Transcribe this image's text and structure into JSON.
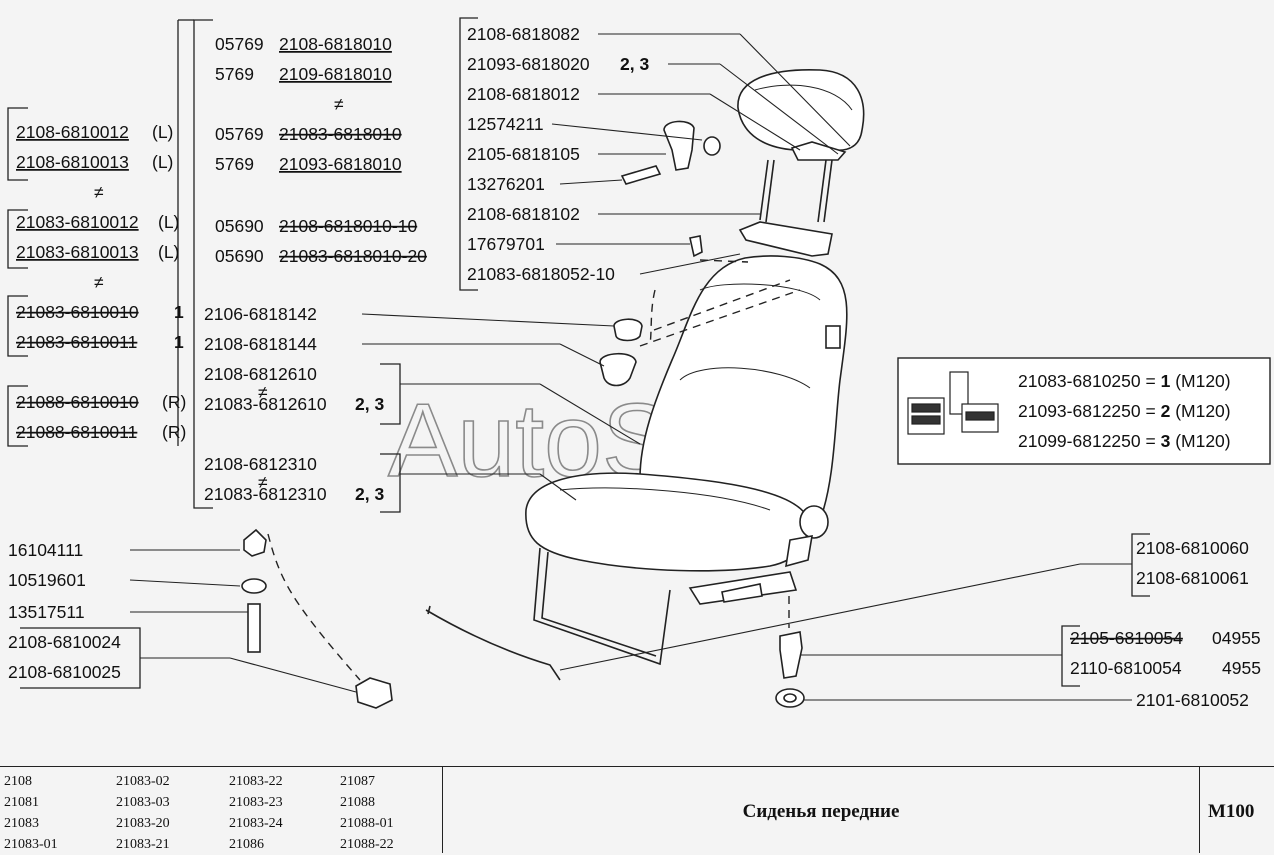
{
  "watermark": "AutoSoft",
  "headrest_callouts": [
    {
      "text": "2108-6818082"
    },
    {
      "text": "21093-6818020",
      "suffix": "2, 3"
    },
    {
      "text": "2108-6818012"
    },
    {
      "text": "12574211"
    },
    {
      "text": "2105-6818105"
    },
    {
      "text": "13276201"
    },
    {
      "text": "2108-6818102"
    },
    {
      "text": "17679701"
    },
    {
      "text": "21083-6818052-10"
    }
  ],
  "headrest_variants": [
    {
      "prefix": "05769",
      "code": "2108-6818010",
      "style": "underline"
    },
    {
      "prefix": "5769",
      "code": "2109-6818010",
      "style": "underline"
    },
    {
      "prefix": "05769",
      "code": "21083-6818010",
      "style": "strike"
    },
    {
      "prefix": "5769",
      "code": "21093-6818010",
      "style": "underline"
    },
    {
      "prefix": "05690",
      "code": "2108-6818010-10",
      "style": "strike"
    },
    {
      "prefix": "05690",
      "code": "21083-6818010-20",
      "style": "strike"
    }
  ],
  "neq_symbol": "≠",
  "seat_assemblies": [
    {
      "code": "2108-6810012",
      "suffix": "(L)",
      "style": "underline"
    },
    {
      "code": "2108-6810013",
      "suffix": "(L)",
      "style": "underline"
    },
    {
      "code": "21083-6810012",
      "suffix": "(L)",
      "style": "underline"
    },
    {
      "code": "21083-6810013",
      "suffix": "(L)",
      "style": "underline"
    },
    {
      "code": "21083-6810010",
      "suffix": "1",
      "style": "strike"
    },
    {
      "code": "21083-6810011",
      "suffix": "1",
      "style": "strike"
    },
    {
      "code": "21088-6810010",
      "suffix": "(R)",
      "style": "strike"
    },
    {
      "code": "21088-6810011",
      "suffix": "(R)",
      "style": "strike"
    }
  ],
  "back_callouts": [
    {
      "text": "2106-6818142"
    },
    {
      "text": "2108-6818144"
    },
    {
      "text": "2108-6812610"
    },
    {
      "text": "21083-6812610",
      "suffix": "2, 3"
    },
    {
      "text": "2108-6812310"
    },
    {
      "text": "21083-6812310",
      "suffix": "2, 3"
    }
  ],
  "upholstery_box": [
    {
      "code": "21083-6810250 =",
      "num": "1",
      "tail": "(M120)"
    },
    {
      "code": "21093-6812250 =",
      "num": "2",
      "tail": "(M120)"
    },
    {
      "code": "21099-6812250 =",
      "num": "3",
      "tail": "(M120)"
    }
  ],
  "fastener_callouts": [
    {
      "text": "16104111"
    },
    {
      "text": "10519601"
    },
    {
      "text": "13517511"
    },
    {
      "text": "2108-6810024"
    },
    {
      "text": "2108-6810025"
    }
  ],
  "rail_callouts": [
    {
      "text": "2108-6810060"
    },
    {
      "text": "2108-6810061"
    }
  ],
  "bolt_callouts": [
    {
      "code": "2105-6810054",
      "alt": "04955",
      "style": "strike"
    },
    {
      "code": "2110-6810054",
      "alt": "4955",
      "style": "plain"
    },
    {
      "code": "2101-6810052",
      "alt": "",
      "style": "plain"
    }
  ],
  "models": [
    [
      "2108",
      "21081",
      "21083",
      "21083-01"
    ],
    [
      "21083-02",
      "21083-03",
      "21083-20",
      "21083-21"
    ],
    [
      "21083-22",
      "21083-23",
      "21083-24",
      "21086"
    ],
    [
      "21087",
      "21088",
      "21088-01",
      "21088-22"
    ]
  ],
  "title": "Сиденья передние",
  "page_code": "M100"
}
